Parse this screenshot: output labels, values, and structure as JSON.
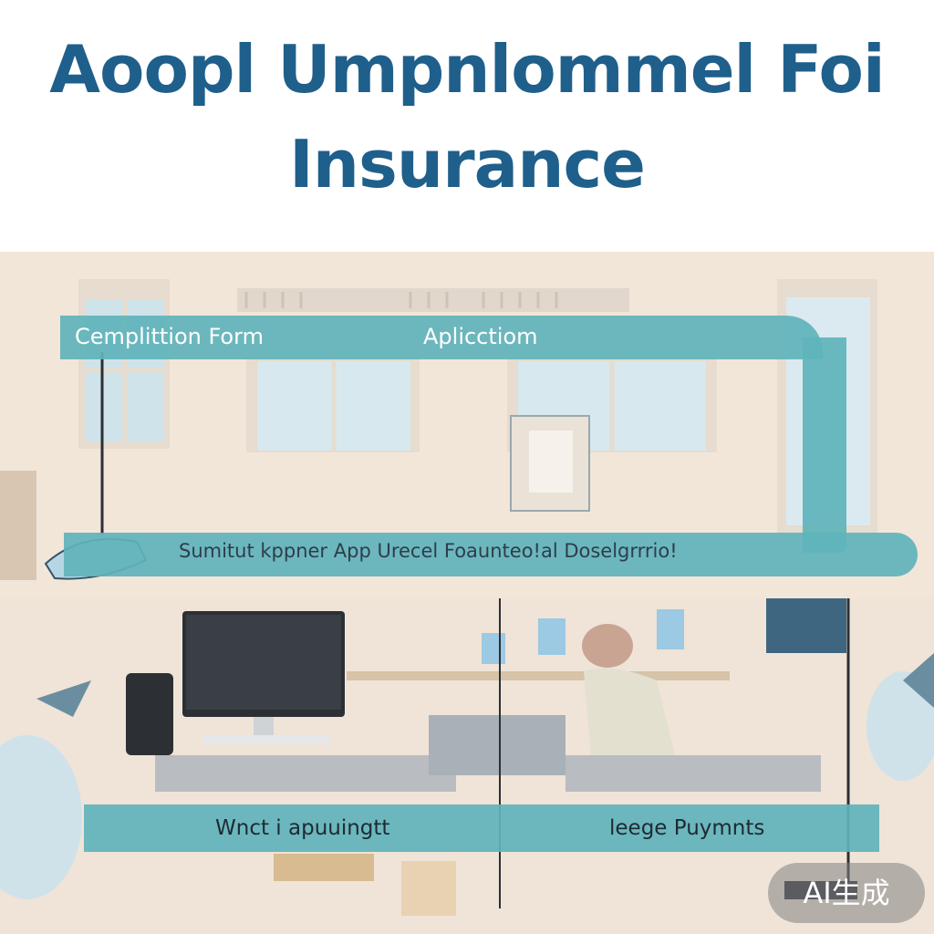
{
  "title": {
    "line1": "Aoopl Umpnlommel Foi",
    "line2": "Insurance"
  },
  "flow": {
    "top_left_label": "Cemplittion Form",
    "top_right_label": "Aplicctiom",
    "middle_label": "Sumitut kppner App Urecel Foaunteo!al Doselgrrrio!",
    "bottom_left_label": "Wnct i apuuingtt",
    "bottom_right_label": "leege Puymnts"
  },
  "watermark": {
    "text": "AI生成"
  },
  "colors": {
    "title": "#1f5f8b",
    "band": "#5fb3bb",
    "background_wall": "#f2e6d8"
  }
}
